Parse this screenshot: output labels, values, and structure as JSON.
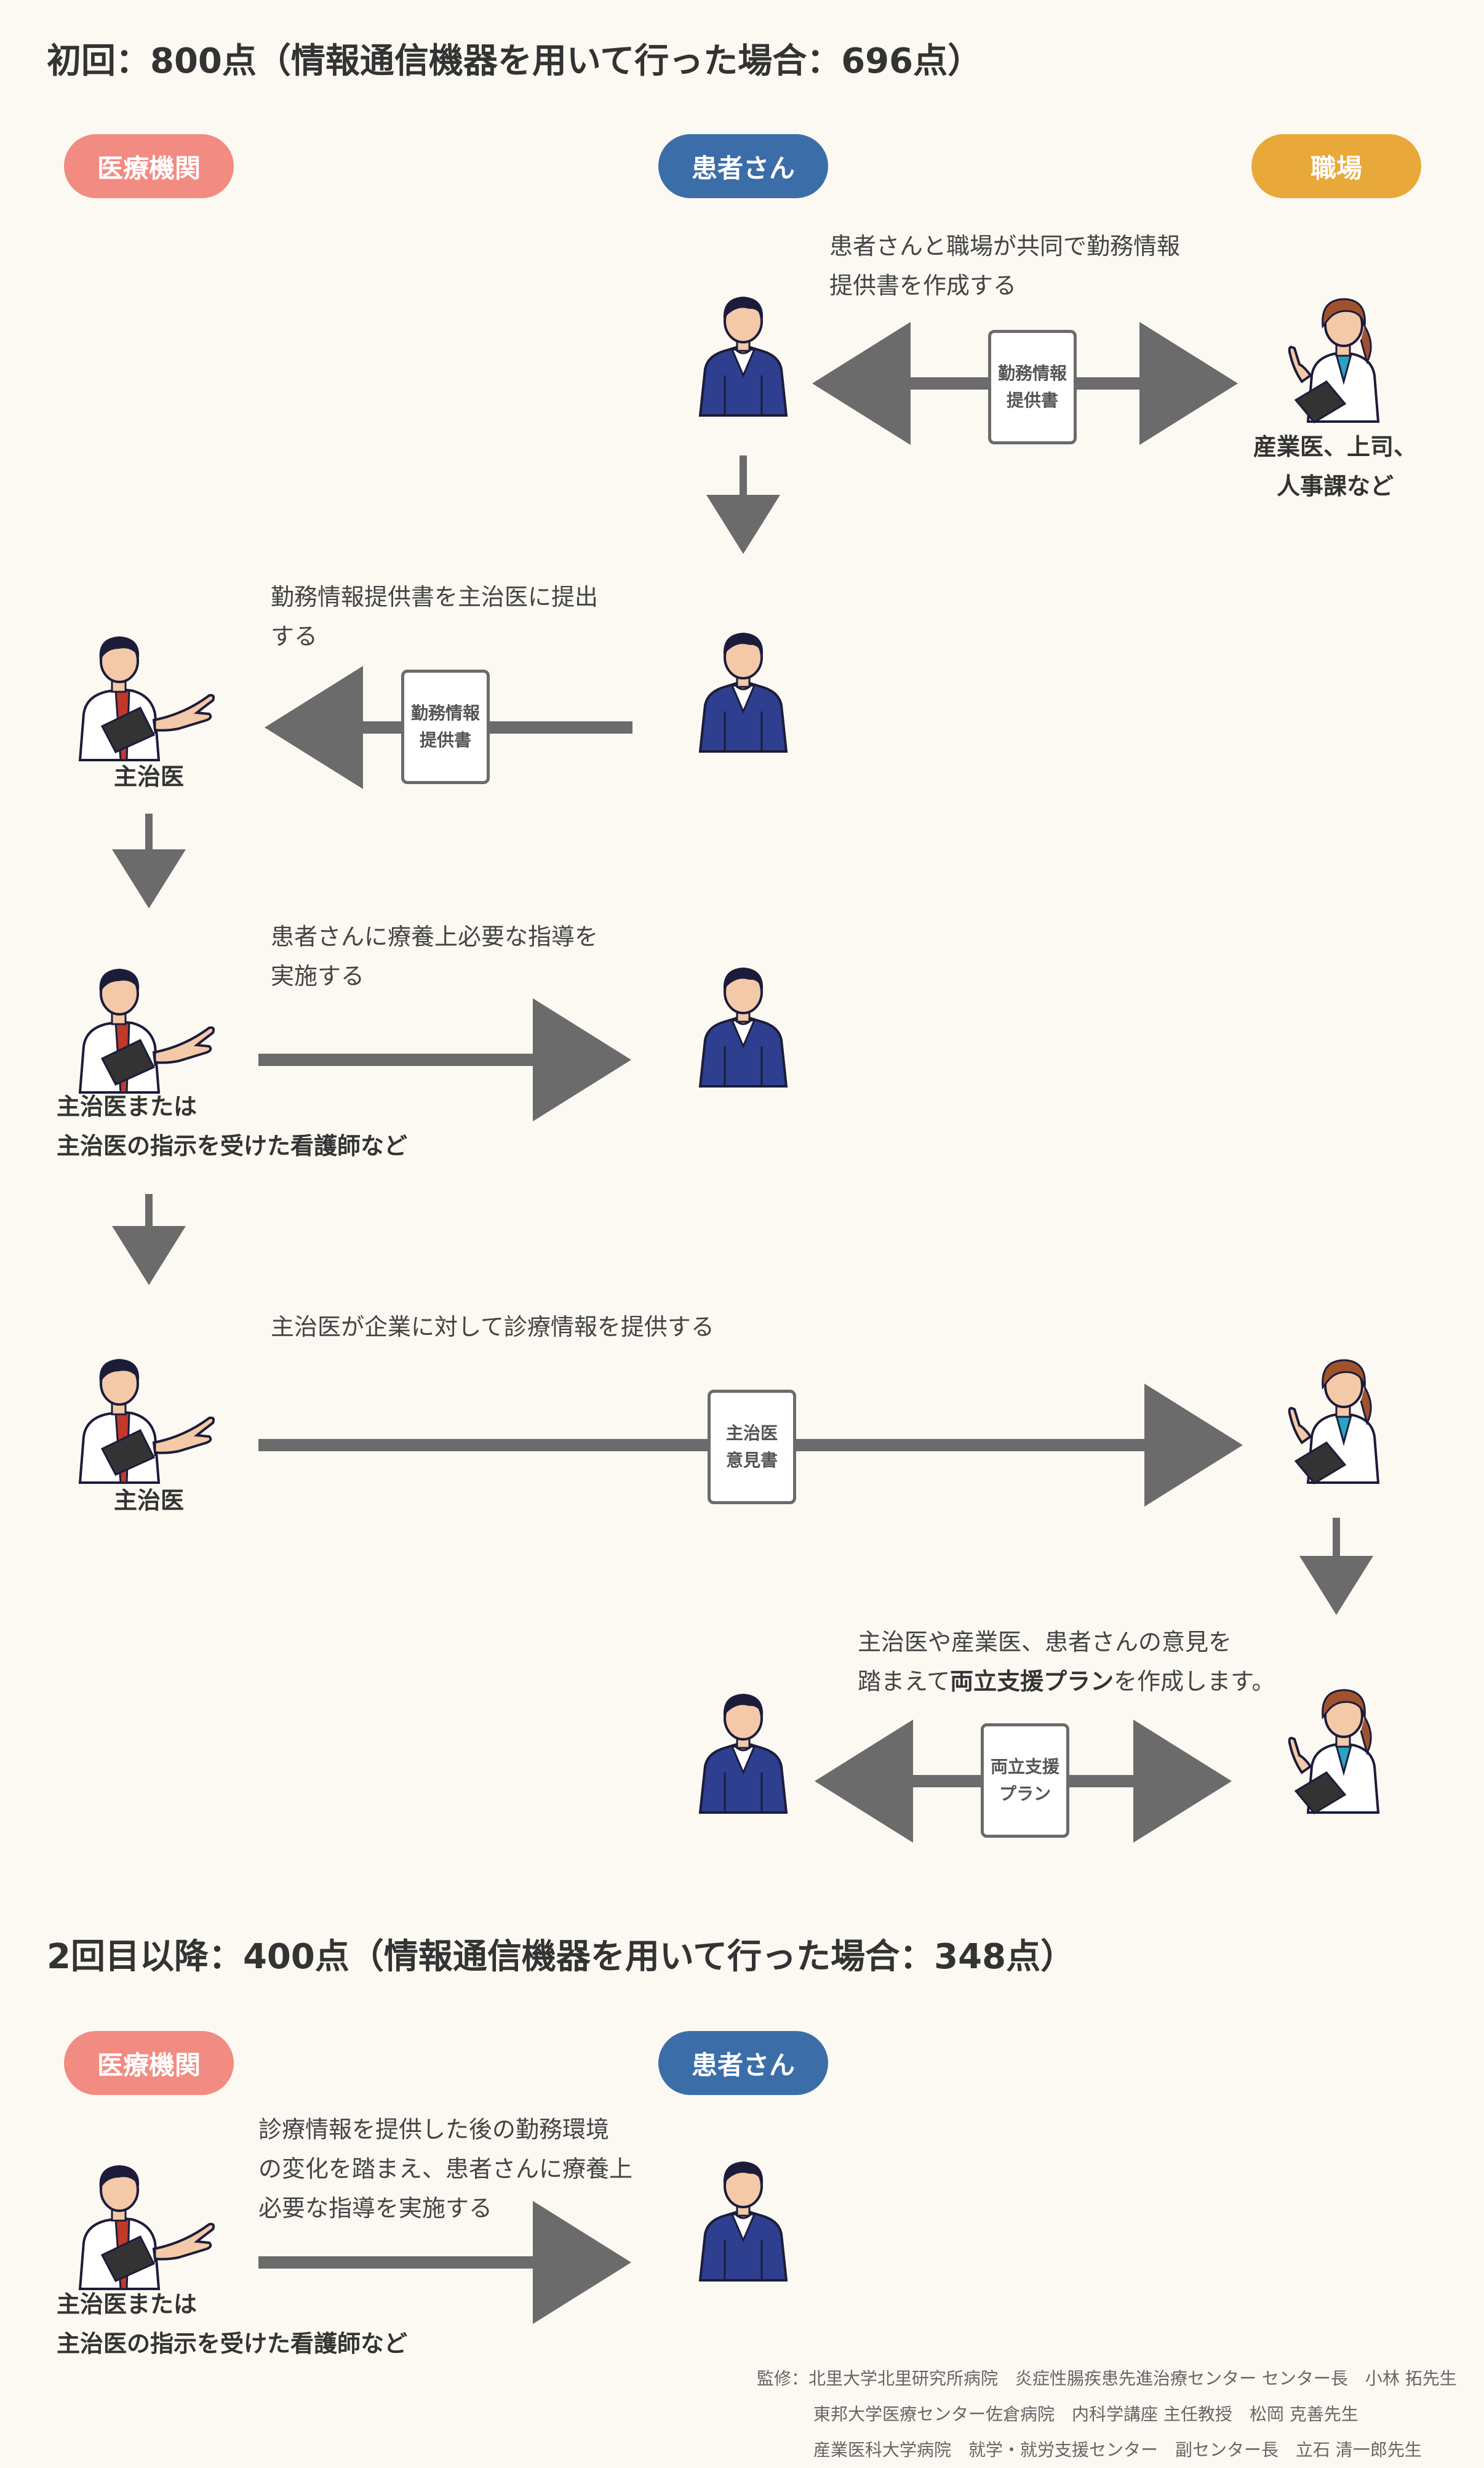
{
  "section1": {
    "title": "初回：800点（情報通信機器を用いて行った場合：696点）",
    "pills": {
      "medical": "医療機関",
      "patient": "患者さん",
      "workplace": "職場"
    },
    "colors": {
      "medical": "#f28b82",
      "patient": "#3b6ea8",
      "workplace": "#e8a93a",
      "arrow": "#6b6b6b"
    },
    "step1_text": "患者さんと職場が共同で勤務情報\n提供書を作成する",
    "step1_doc": "勤務情報\n提供書",
    "step1_label": "産業医、上司、\n人事課など",
    "step2_text": "勤務情報提供書を主治医に提出\nする",
    "step2_doc": "勤務情報\n提供書",
    "step2_label": "主治医",
    "step3_text": "患者さんに療養上必要な指導を\n実施する",
    "step3_label": "主治医または\n主治医の指示を受けた看護師など",
    "step4_text": "主治医が企業に対して診療情報を提供する",
    "step4_doc": "主治医\n意見書",
    "step4_label": "主治医",
    "step5_text_pre": "主治医や産業医、患者さんの意見を\n踏まえて",
    "step5_text_bold": "両立支援プラン",
    "step5_text_post": "を作成します。",
    "step5_doc": "両立支援\nプラン"
  },
  "section2": {
    "title": "2回目以降：400点（情報通信機器を用いて行った場合：348点）",
    "pills": {
      "medical": "医療機関",
      "patient": "患者さん"
    },
    "step_text": "診療情報を提供した後の勤務環境\nの変化を踏まえ、患者さんに療養上\n必要な指導を実施する",
    "step_label": "主治医または\n主治医の指示を受けた看護師など"
  },
  "credits": [
    "監修：北里大学北里研究所病院　炎症性腸疾患先進治療センター センター長　小林 拓先生",
    "東邦大学医療センター佐倉病院　内科学講座 主任教授　松岡 克善先生",
    "産業医科大学病院　就学・就労支援センター　副センター長　立石 清一郎先生"
  ]
}
